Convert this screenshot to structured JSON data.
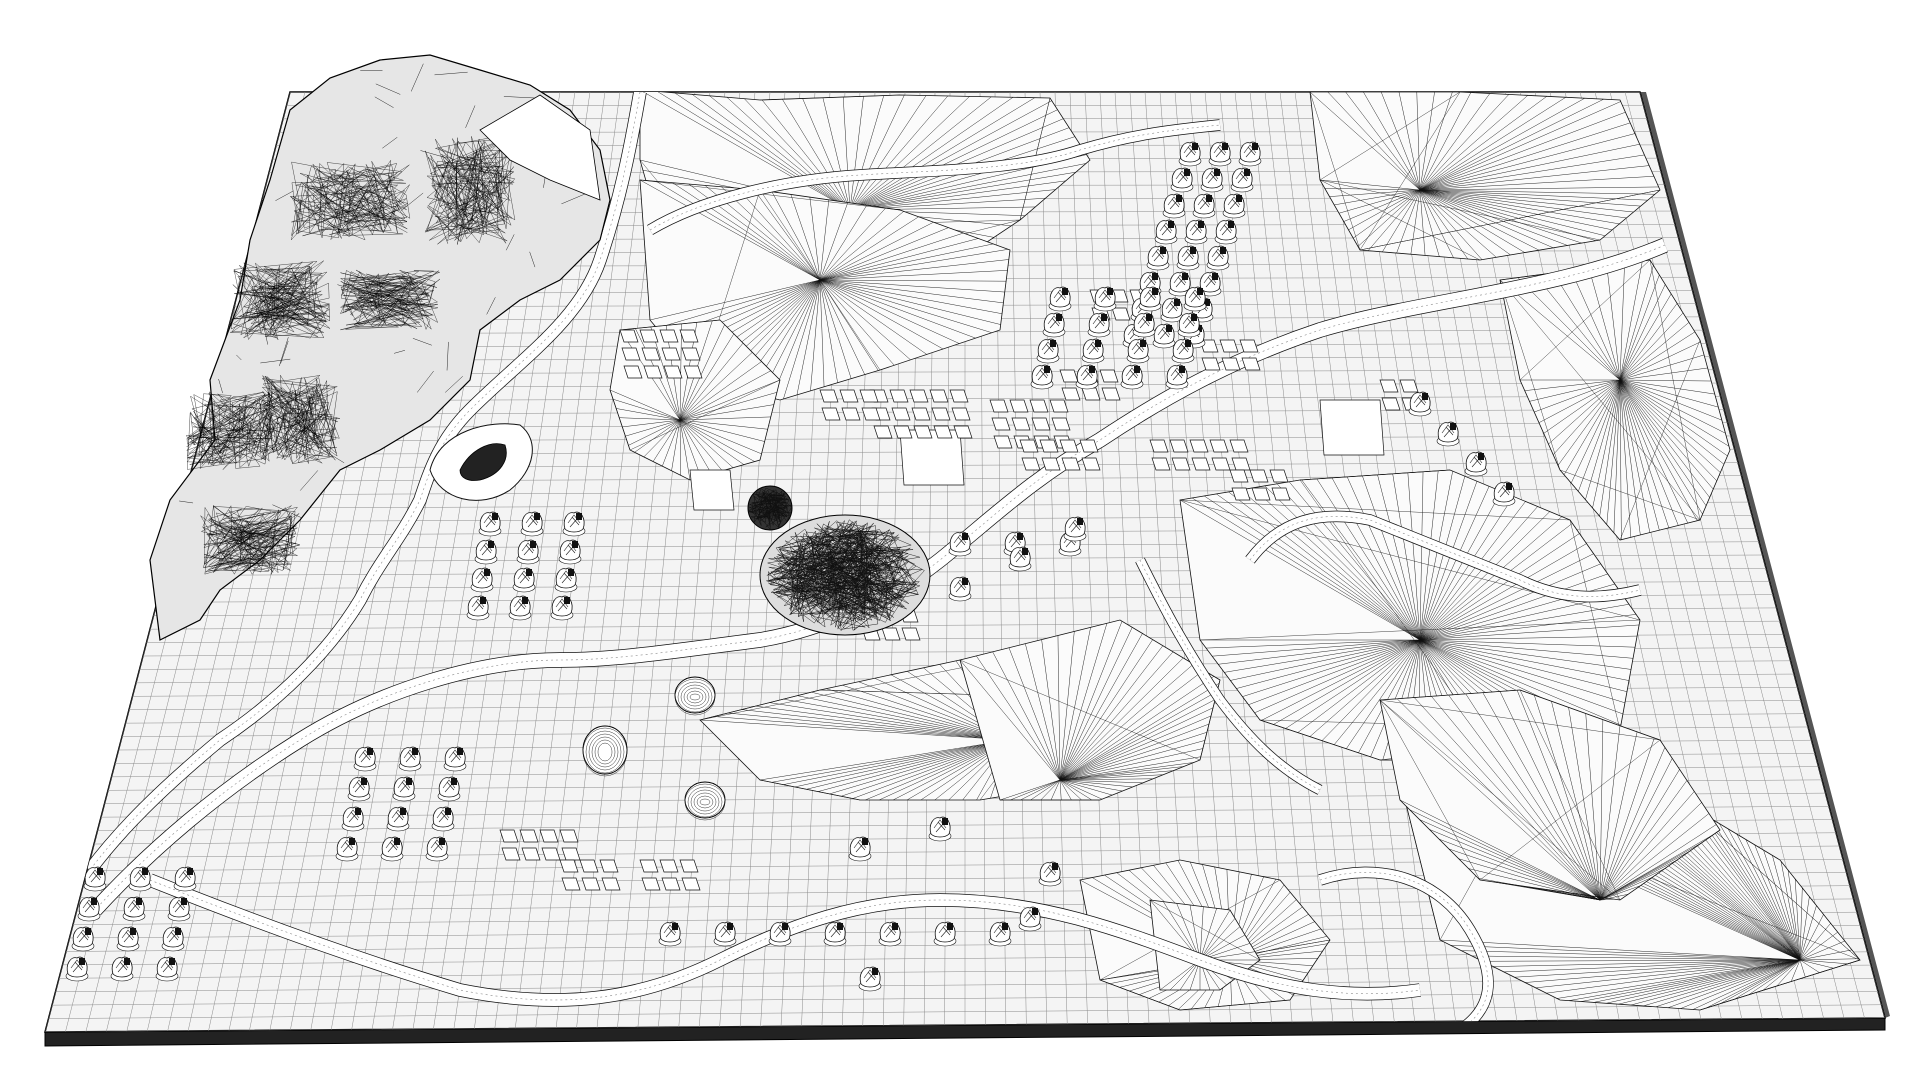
{
  "render": {
    "background": "#ffffff",
    "line_color": "#111111",
    "slab_color": "#f4f4f4",
    "grid_color": "#8a8a8a"
  },
  "terrain": {
    "style": "wireframe",
    "features": {
      "mountain_range": "north-west",
      "rock_cluster": "center",
      "pond": "west",
      "winding_roads": 4,
      "tree_clusters": 10
    }
  }
}
